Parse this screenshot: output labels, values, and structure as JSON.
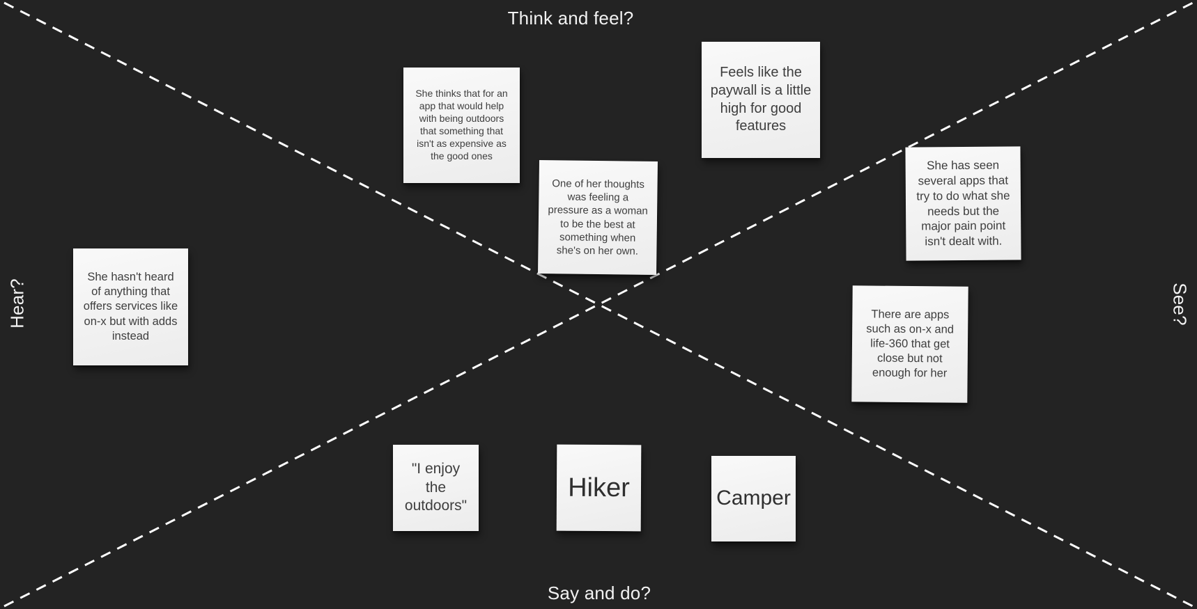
{
  "colors": {
    "background": "#232323",
    "divider_line": "#ffffff",
    "note_background": "#f3f3f3",
    "note_text": "#3e3e3e",
    "label_text": "#f2f2f2"
  },
  "quadrant_labels": {
    "top": "Think and feel?",
    "left": "Hear?",
    "right": "See?",
    "bottom": "Say and do?"
  },
  "notes": [
    {
      "quadrant": "think-and-feel",
      "text": "She thinks that for an app that would help with being outdoors that something that isn't as expensive as the good ones"
    },
    {
      "quadrant": "think-and-feel",
      "text": "Feels like the paywall is a little high for good features"
    },
    {
      "quadrant": "think-and-feel",
      "text": "One of her thoughts was feeling a pressure as a woman to be the best at something when she's on her own."
    },
    {
      "quadrant": "see",
      "text": "She has seen several apps that try to do what she needs but the major pain point isn't dealt with."
    },
    {
      "quadrant": "see",
      "text": "There are apps such as on-x and life-360 that get close but not enough for her"
    },
    {
      "quadrant": "hear",
      "text": "She hasn't heard of anything that offers services like on-x but with adds instead"
    },
    {
      "quadrant": "say-and-do",
      "text": "\"I enjoy the outdoors\""
    },
    {
      "quadrant": "say-and-do",
      "text": "Hiker"
    },
    {
      "quadrant": "say-and-do",
      "text": "Camper"
    }
  ]
}
